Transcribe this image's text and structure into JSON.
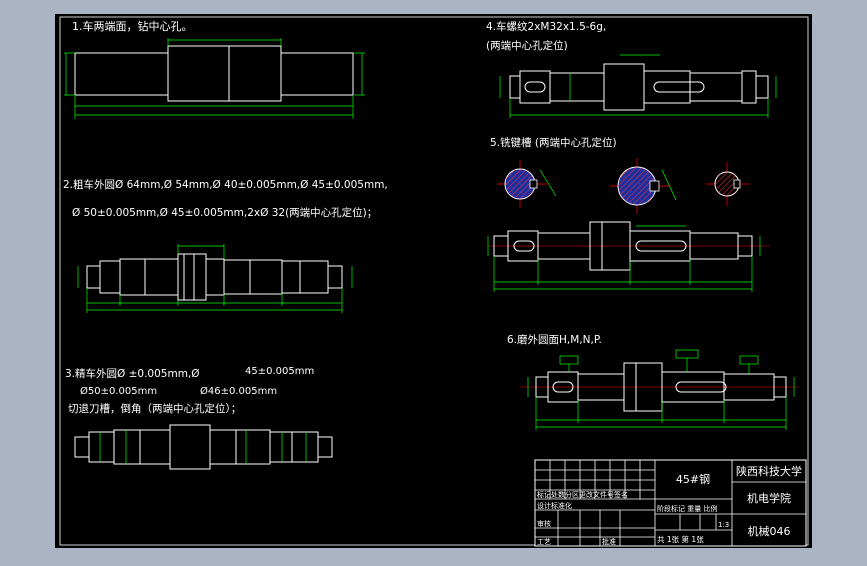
{
  "colors": {
    "background": "#aab4c2",
    "sheet": "#000000",
    "outline": "#ffffff",
    "dimension": "#00ff00",
    "text": "#ffffff",
    "center_line": "#ff0000",
    "section_fill": "#1c2fa0",
    "hatch": "#ff3030",
    "accent": "#00c8ff"
  },
  "steps": {
    "s1": "1.车两端面，钻中心孔。",
    "s2_line1": "2.粗车外圆Ø 64mm,Ø 54mm,Ø 40±0.005mm,Ø 45±0.005mm,",
    "s2_line2": "Ø 50±0.005mm,Ø 45±0.005mm,2xØ 32(两端中心孔定位)；",
    "s3_line1a": "3.精车外圆Ø ±0.005mm,Ø",
    "s3_line1b": "45±0.005mm",
    "s3_line2a": "Ø50±0.005mm",
    "s3_line2b": "Ø46±0.005mm",
    "s3_line3": "切退刀槽，倒角（两端中心孔定位）；",
    "s4_line1": "4.车螺纹2xM32x1.5-6g,",
    "s4_line2": "(两端中心孔定位)",
    "s5": "5.铣键槽 (两端中心孔定位)",
    "s6": "6.磨外圆面H,M,N,P."
  },
  "title_block": {
    "material": "45#钢",
    "university": "陕西科技大学",
    "college": "机电学院",
    "drawing_no": "机械046",
    "row_a": "标记处数分区更改文件号签名",
    "row_b": "设计标准化",
    "row_c": "审核",
    "row_d": "工艺",
    "row_e": "批准",
    "stage_labels": "阶段标记 重量 比例",
    "scale": "1:3",
    "sheets": "共 1张 第 1张"
  }
}
